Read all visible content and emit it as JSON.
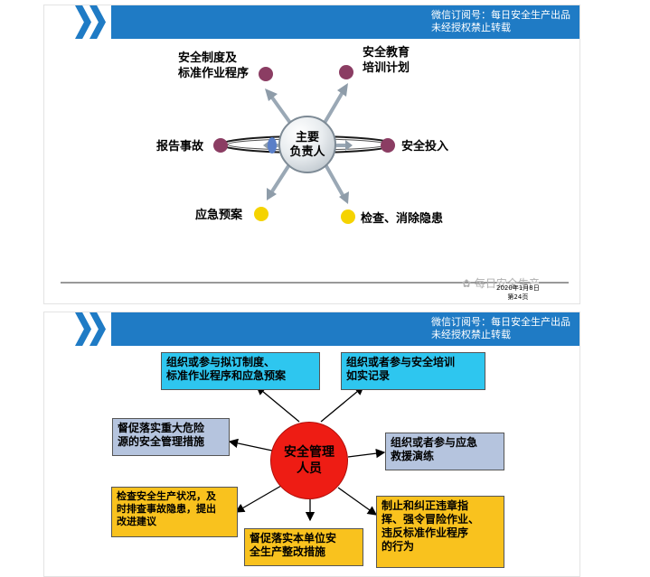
{
  "slide1": {
    "header": {
      "line1": "微信订阅号：每日安全生产出品",
      "line2": "未经授权禁止转载"
    },
    "center": {
      "line1": "主要",
      "line2": "负责人"
    },
    "items": [
      {
        "line1": "安全制度及",
        "line2": "标准作业程序"
      },
      {
        "line1": "安全教育",
        "line2": "培训计划"
      },
      {
        "line1": "报告事故",
        "line2": ""
      },
      {
        "line1": "安全投入",
        "line2": ""
      },
      {
        "line1": "应急预案",
        "line2": ""
      },
      {
        "line1": "检查、消除隐患",
        "line2": ""
      }
    ],
    "footer": {
      "watermark": "每日安全生产",
      "date": "2020年1月8日",
      "page": "第24页"
    }
  },
  "slide2": {
    "header": {
      "line1": "微信订阅号：每日安全生产出品",
      "line2": "未经授权禁止转载"
    },
    "center": {
      "line1": "安全管理",
      "line2": "人员"
    },
    "boxes": [
      {
        "line1": "组织或参与拟订制度、",
        "line2": "标准作业程序和应急预案",
        "line3": ""
      },
      {
        "line1": "组织或者参与安全培训",
        "line2": "如实记录",
        "line3": ""
      },
      {
        "line1": "督促落实重大危险",
        "line2": "源的安全管理措施",
        "line3": ""
      },
      {
        "line1": "组织或者参与应急",
        "line2": "救援演练",
        "line3": ""
      },
      {
        "line1": "检查安全生产状况，及",
        "line2": "时排查事故隐患，提出",
        "line3": "改进建议"
      },
      {
        "line1": "督促落实本单位安",
        "line2": "全生产整改措施",
        "line3": ""
      },
      {
        "line1": "制止和纠正违章指",
        "line2": "挥、强令冒险作业、",
        "line3": "违反标准作业程序",
        "line4": "的行为"
      }
    ]
  },
  "colors": {
    "header_blue": "#1f7bc5",
    "dot_purple": "#8b3d63",
    "dot_yellow": "#f5d300",
    "box_cyan": "#2ec6ef",
    "box_slate": "#b5c4de",
    "box_gold": "#f9c21e",
    "center_red": "#ee1c14"
  }
}
